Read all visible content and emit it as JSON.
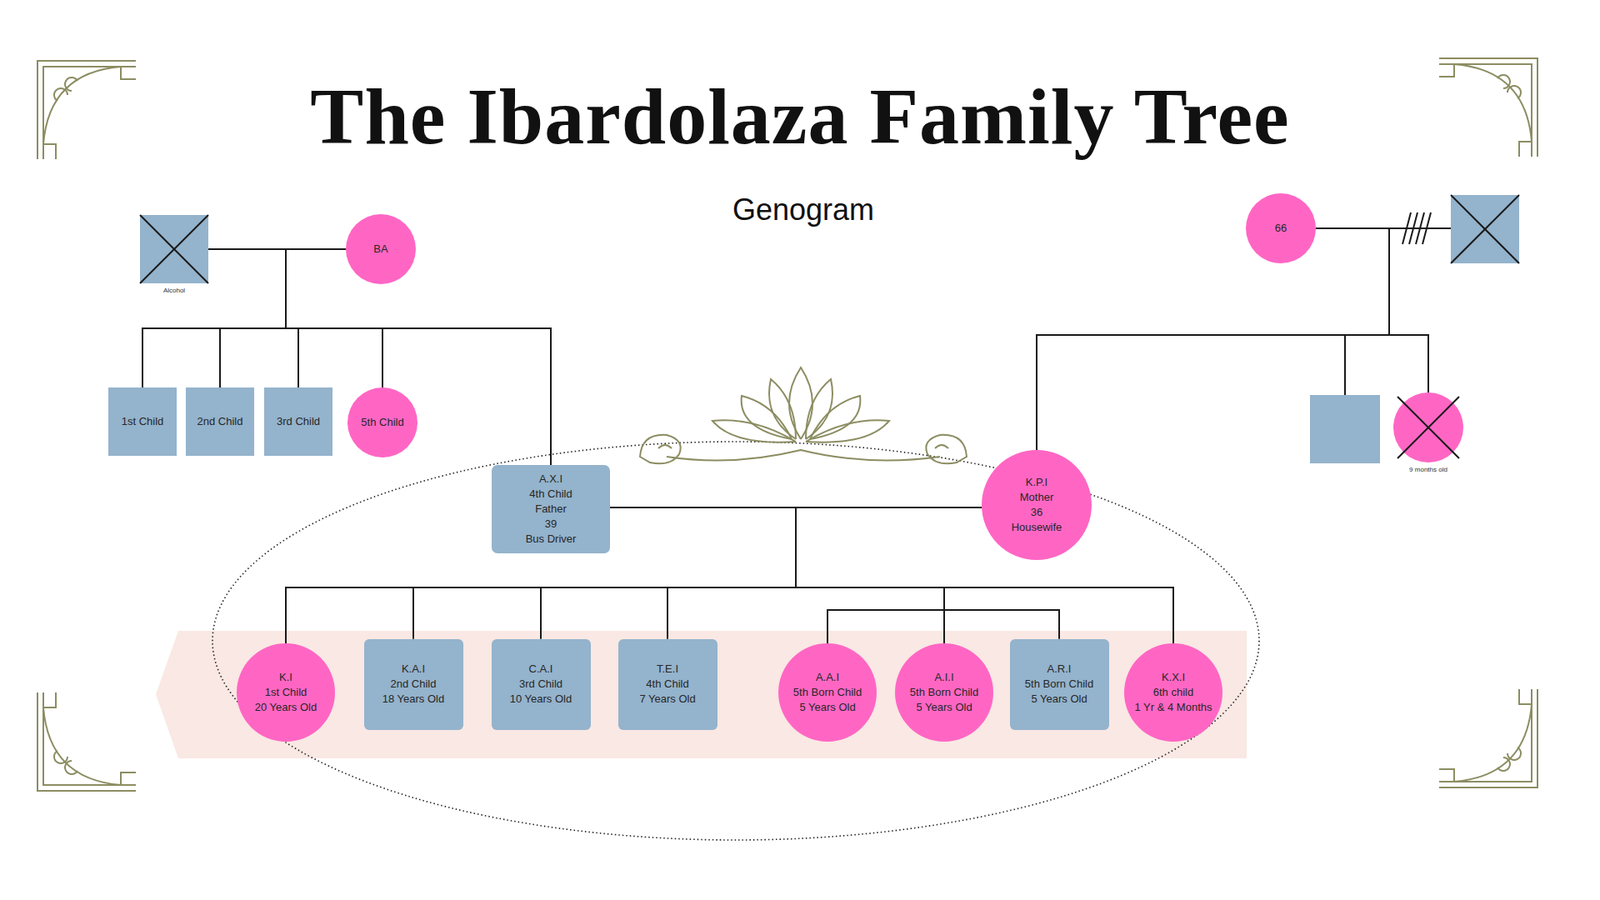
{
  "diagram": {
    "title": "The Ibardolaza Family Tree",
    "nodes": [
      {
        "text": [
          "Alcohol"
        ]
      },
      {
        "text": [
          "BA"
        ]
      },
      {
        "text": [
          "66"
        ]
      },
      {
        "text": [
          "1st Child"
        ]
      },
      {
        "text": [
          "2nd Child"
        ]
      },
      {
        "text": [
          "3rd Child"
        ]
      },
      {
        "text": [
          "5th Child"
        ]
      },
      {
        "text": [
          "9 months old"
        ]
      },
      {
        "text": [
          "A.X.I",
          "4th Child",
          "Father",
          "39",
          "Bus Driver"
        ]
      },
      {
        "text": [
          "K.P.I",
          "Mother",
          "36",
          "Housewife"
        ]
      },
      {
        "text": [
          "K.I",
          "1st Child",
          "20 Years Old"
        ]
      },
      {
        "text": [
          "K.A.I",
          "2nd Child",
          "18 Years Old"
        ]
      },
      {
        "text": [
          "C.A.I",
          "3rd Child",
          "10 Years Old"
        ]
      },
      {
        "text": [
          "T.E.I",
          "4th Child",
          "7 Years Old"
        ]
      },
      {
        "text": [
          "A.A.I",
          "5th Born Child",
          "5 Years Old"
        ]
      },
      {
        "text": [
          "A.I.I",
          "5th Born Child",
          "5 Years Old"
        ]
      },
      {
        "text": [
          "A.R.I",
          "5th Born Child",
          "5 Years Old"
        ]
      },
      {
        "text": [
          "K.X.I",
          "6th child",
          "1 Yr & 4 Months"
        ]
      }
    ],
    "edges": [
      {
        "from": 0,
        "to": 1,
        "arrow": "none"
      },
      {
        "from": 0,
        "to": 3,
        "arrow": "none"
      },
      {
        "from": 0,
        "to": 4,
        "arrow": "none"
      },
      {
        "from": 0,
        "to": 5,
        "arrow": "none"
      },
      {
        "from": 0,
        "to": 6,
        "arrow": "none"
      },
      {
        "from": 0,
        "to": 8,
        "arrow": "none"
      },
      {
        "from": 1,
        "to": 3,
        "arrow": "none"
      },
      {
        "from": 1,
        "to": 4,
        "arrow": "none"
      },
      {
        "from": 1,
        "to": 5,
        "arrow": "none"
      },
      {
        "from": 1,
        "to": 6,
        "arrow": "none"
      },
      {
        "from": 1,
        "to": 8,
        "arrow": "none"
      },
      {
        "from": 2,
        "to": 9,
        "arrow": "none"
      },
      {
        "from": 2,
        "to": 7,
        "arrow": "none"
      },
      {
        "from": 8,
        "to": 9,
        "arrow": "none"
      },
      {
        "from": 8,
        "to": 10,
        "arrow": "none"
      },
      {
        "from": 8,
        "to": 11,
        "arrow": "none"
      },
      {
        "from": 8,
        "to": 12,
        "arrow": "none"
      },
      {
        "from": 8,
        "to": 13,
        "arrow": "none"
      },
      {
        "from": 8,
        "to": 14,
        "arrow": "none"
      },
      {
        "from": 8,
        "to": 15,
        "arrow": "none"
      },
      {
        "from": 8,
        "to": 16,
        "arrow": "none"
      },
      {
        "from": 8,
        "to": 17,
        "arrow": "none"
      },
      {
        "from": 9,
        "to": 10,
        "arrow": "none"
      },
      {
        "from": 9,
        "to": 11,
        "arrow": "none"
      },
      {
        "from": 9,
        "to": 12,
        "arrow": "none"
      },
      {
        "from": 9,
        "to": 13,
        "arrow": "none"
      },
      {
        "from": 9,
        "to": 14,
        "arrow": "none"
      },
      {
        "from": 9,
        "to": 15,
        "arrow": "none"
      },
      {
        "from": 9,
        "to": 16,
        "arrow": "none"
      },
      {
        "from": 9,
        "to": 17,
        "arrow": "none"
      }
    ],
    "labels": [
      "Genogram"
    ]
  }
}
